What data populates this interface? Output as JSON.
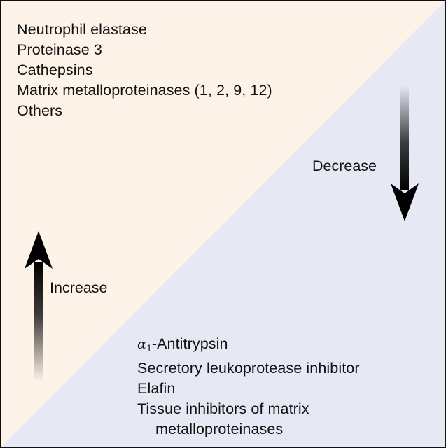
{
  "colors": {
    "upper_triangle": "#fdf3e8",
    "lower_triangle": "#e6e9f4",
    "border": "#111111",
    "arrow": "#000000"
  },
  "upper_list": {
    "items": [
      "Neutrophil elastase",
      "Proteinase 3",
      "Cathepsins",
      "Matrix metalloproteinases (1, 2, 9, 12)",
      "Others"
    ]
  },
  "lower_list": {
    "alpha_symbol": "α",
    "alpha_subscript": "1",
    "alpha_rest": "-Antitrypsin",
    "items": [
      "Secretory leukoprotease inhibitor",
      "Elafin",
      "Tissue inhibitors of matrix"
    ],
    "continuation": "metalloproteinases"
  },
  "arrows": {
    "decrease_label": "Decrease",
    "increase_label": "Increase"
  }
}
